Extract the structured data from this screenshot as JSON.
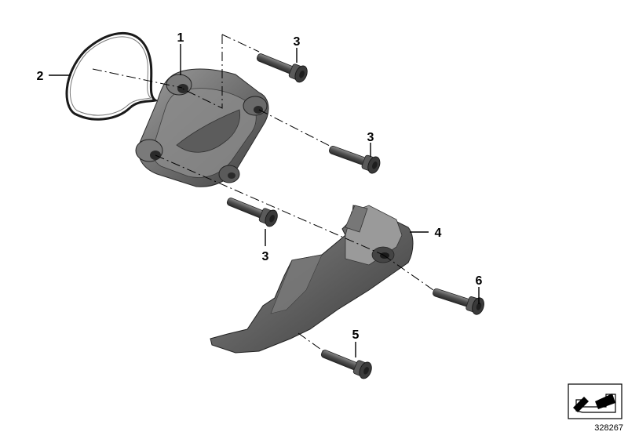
{
  "callouts": {
    "c1": "1",
    "c2": "2",
    "c3a": "3",
    "c3b": "3",
    "c3c": "3",
    "c4": "4",
    "c5": "5",
    "c6": "6"
  },
  "diagram_id": "328267",
  "parts": [
    "o-ring",
    "cover",
    "bolt",
    "bolt",
    "bolt",
    "bracket",
    "bolt",
    "bolt"
  ],
  "colors": {
    "part_dark": "#4a4a4a",
    "part_mid": "#6e6e6e",
    "part_light": "#9a9a9a",
    "ink": "#000000"
  }
}
